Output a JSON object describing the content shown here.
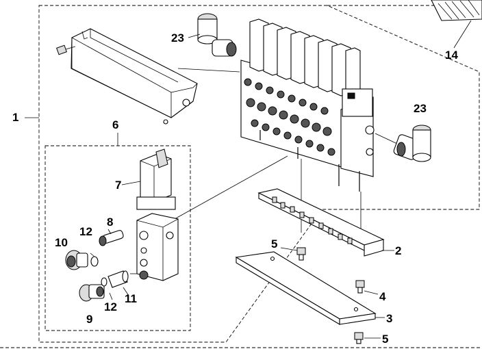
{
  "callouts": {
    "c1": "1",
    "c2": "2",
    "c3": "3",
    "c4": "4",
    "c5a": "5",
    "c5b": "5",
    "c6": "6",
    "c7": "7",
    "c8": "8",
    "c9": "9",
    "c10": "10",
    "c11": "11",
    "c12a": "12",
    "c12b": "12",
    "c14": "14",
    "c23a": "23",
    "c23b": "23"
  }
}
